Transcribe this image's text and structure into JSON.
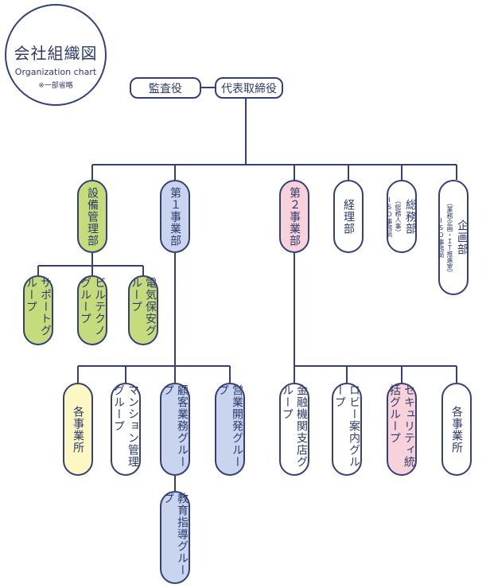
{
  "header": {
    "title": "会社組織図",
    "subtitle": "Organization chart",
    "note": "※一部省略"
  },
  "nodes": {
    "auditor": "監査役",
    "ceo": "代表取締役",
    "facilities": "設備管理部",
    "sales1": "第１事業部",
    "sales2": "第２事業部",
    "accounting": "経理部",
    "general_affairs": "総務部",
    "general_affairs_sub": "（総務人事）",
    "general_affairs_sub2": "ISO事務局",
    "planning": "企画部",
    "planning_sub": "（業務企画・ＩＴ推進室）",
    "planning_sub2": "ISO事務局",
    "support_group": "サポートグループ",
    "buildtech_group": "ビルテクノグループ",
    "electrical_group": "電気保安グループ",
    "offices_1": "各事業所",
    "mansion_group": "マンション管理グループ",
    "customer_group": "顧客業務グループ",
    "sales_dev_group": "営業開発グループ",
    "education_group": "教育指導グループ",
    "finance_group": "金融機関支店グループ",
    "lobby_group": "ロビー案内グループ",
    "security_group": "セキュリティ統括グループ",
    "offices_2": "各事業所"
  },
  "colors": {
    "line": "#34407a",
    "green": "#c6dc7c",
    "blue": "#c9d4ee",
    "pink": "#f7d2da",
    "yellow": "#fdf7c3"
  }
}
